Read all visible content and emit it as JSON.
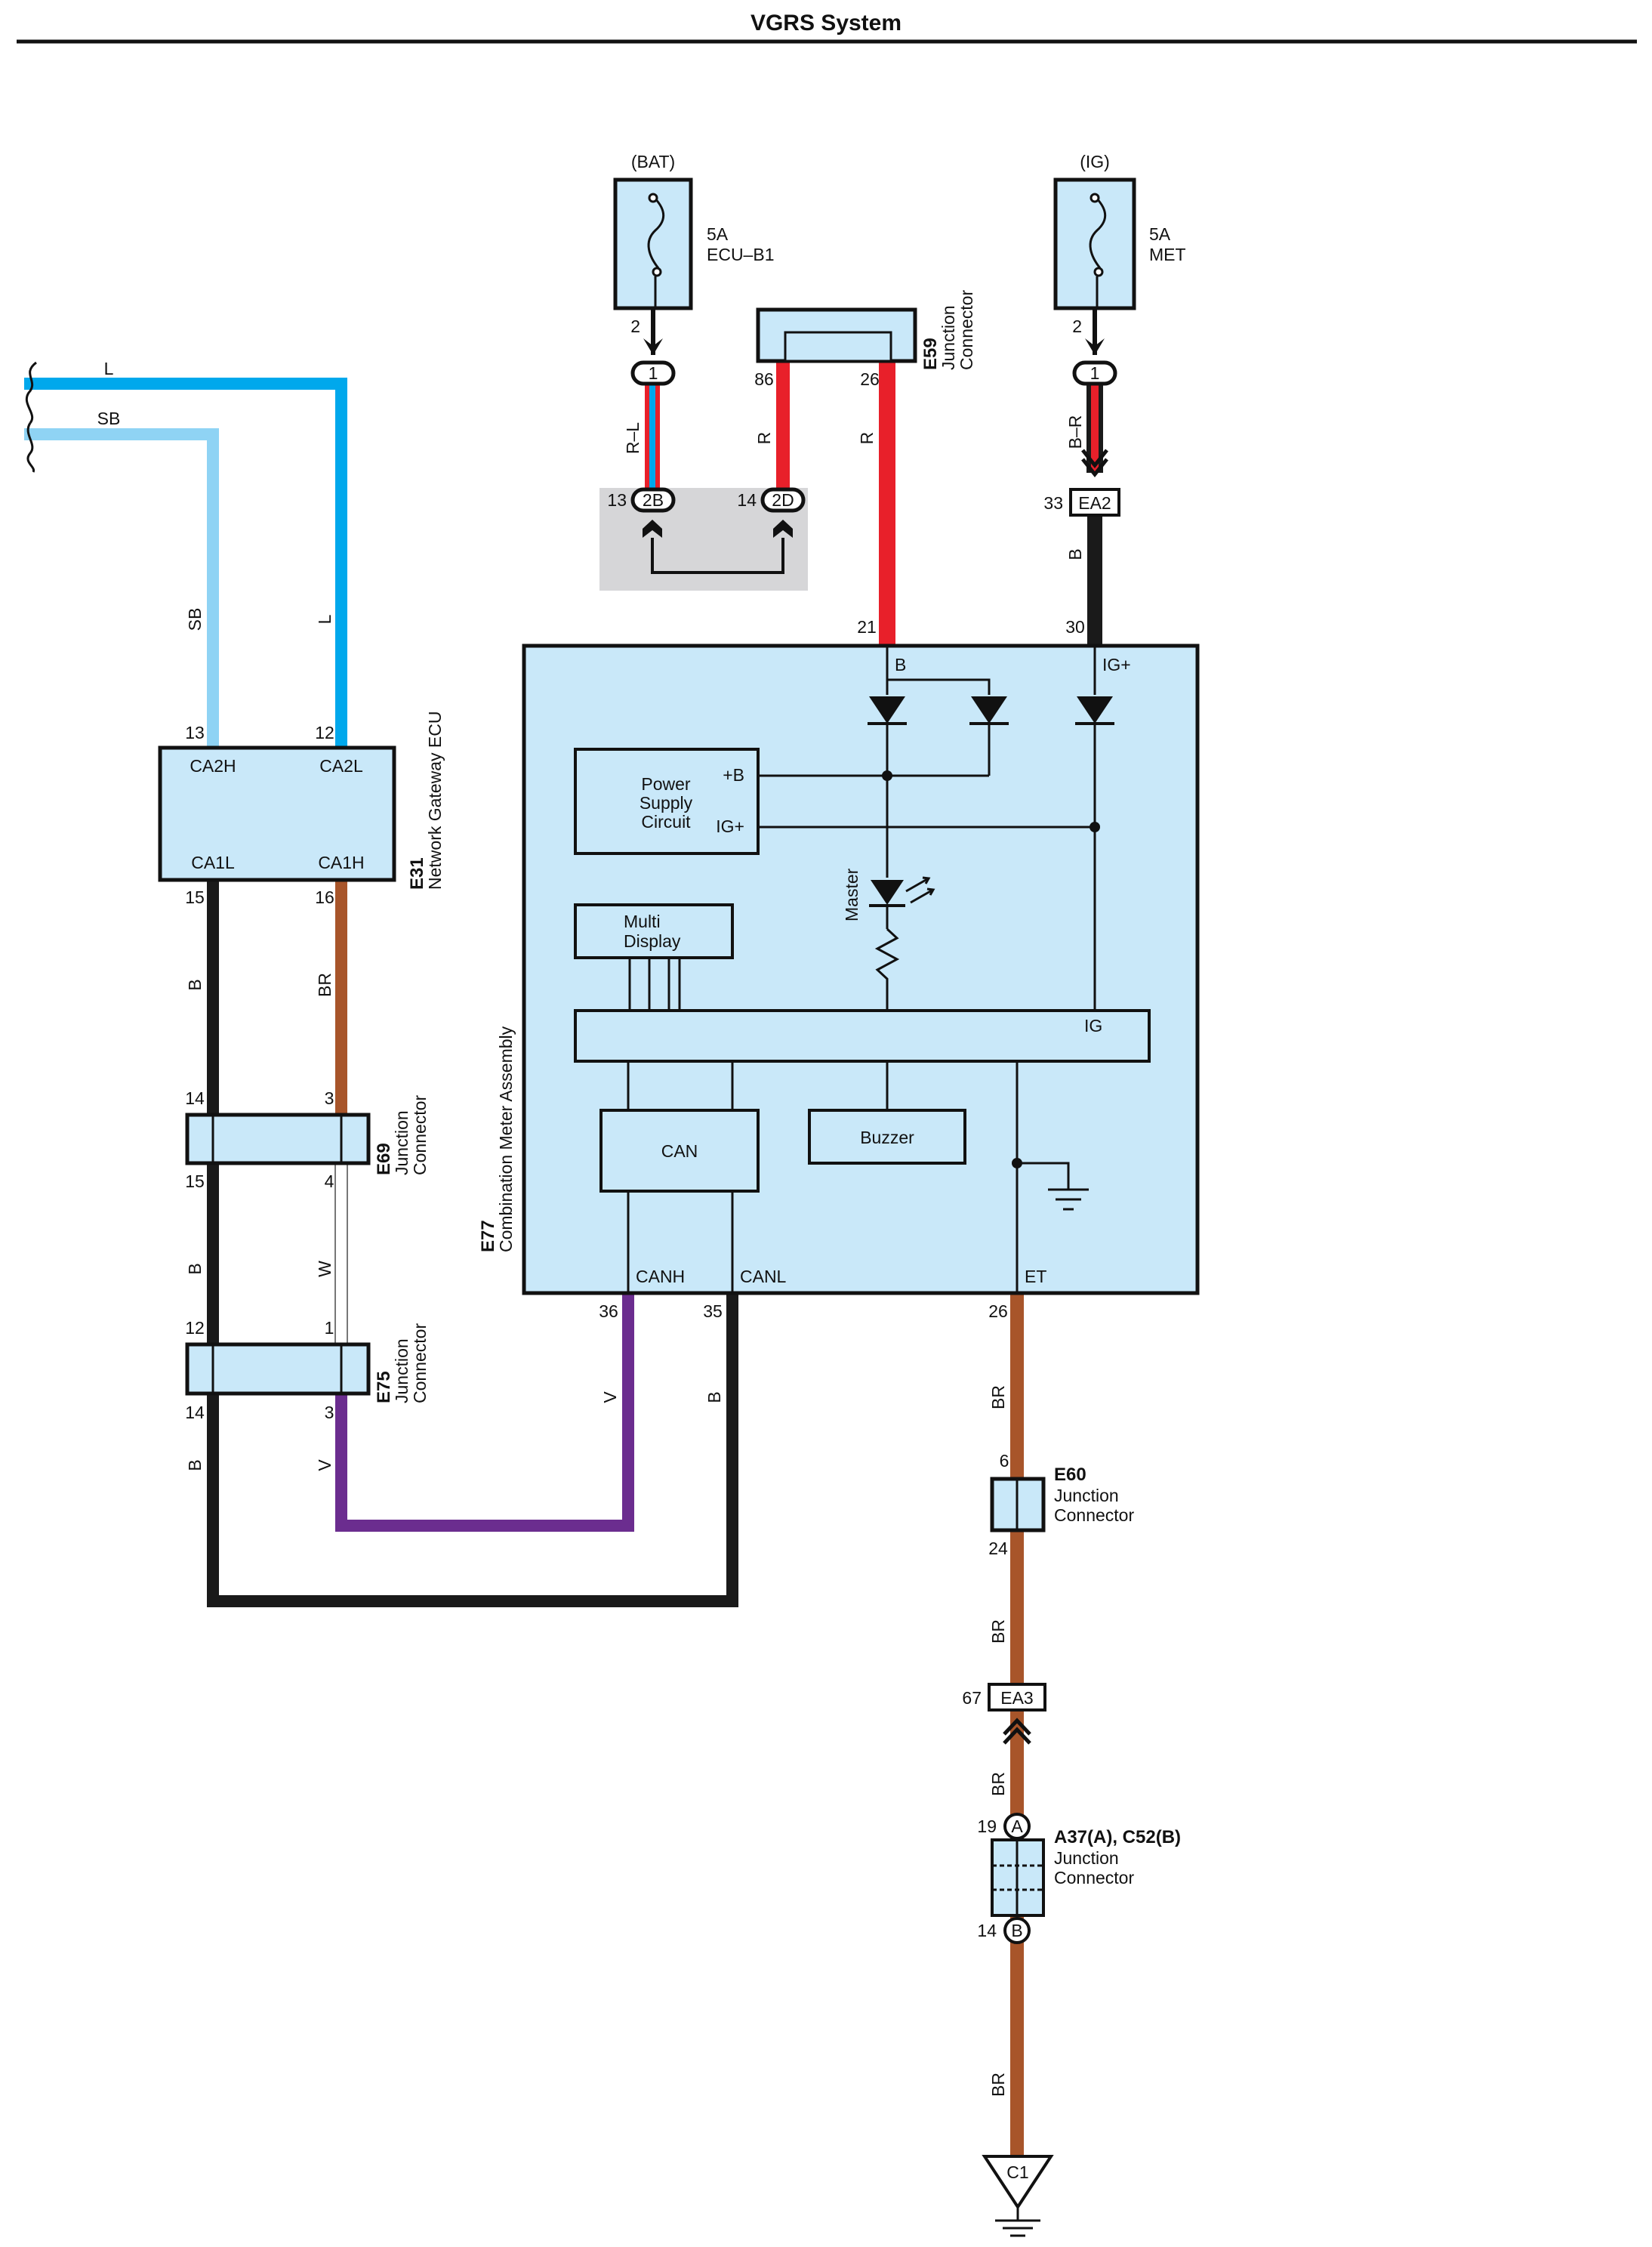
{
  "title": "VGRS System",
  "colors": {
    "L": "#00a8ec",
    "SB": "#8fd3f4",
    "B": "#1a1a1a",
    "BR": "#a8552a",
    "R": "#e8202a",
    "V": "#6b2d8f",
    "W": "#ffffff",
    "component_fill": "#c9e8f9",
    "harness_fill": "#d6d6d8"
  },
  "fuses": {
    "bat": {
      "supply": "(BAT)",
      "rating": "5A",
      "name": "ECU–B1",
      "pin": "2",
      "conn": "1"
    },
    "ig": {
      "supply": "(IG)",
      "rating": "5A",
      "name": "MET",
      "pin": "2",
      "conn": "1"
    }
  },
  "wires": {
    "l_top": "L",
    "sb_top": "SB",
    "sb_vert": "SB",
    "l_vert": "L",
    "b1": "B",
    "br1": "BR",
    "b2": "B",
    "w2": "W",
    "b3": "B",
    "v3": "V",
    "v_canh": "V",
    "b_canl": "B",
    "rl": "R–L",
    "r_2d": "R",
    "r_e59": "R",
    "br_ig": "B–R",
    "b_ig": "B",
    "br_a": "BR",
    "br_b": "BR",
    "br_c": "BR",
    "br_d": "BR"
  },
  "e59": {
    "id": "E59",
    "name1": "Junction",
    "name2": "Connector",
    "pin_a": "86",
    "pin_b": "26"
  },
  "harness": {
    "c2b": "2B",
    "c2d": "2D",
    "pin_2b": "13",
    "pin_2d": "14"
  },
  "ea2": {
    "id": "EA2",
    "pin": "33"
  },
  "e31": {
    "id": "E31",
    "name": "Network Gateway ECU",
    "ca2h": "CA2H",
    "ca2l": "CA2L",
    "ca1l": "CA1L",
    "ca1h": "CA1H",
    "pin_ca2h": "13",
    "pin_ca2l": "12",
    "pin_ca1l": "15",
    "pin_ca1h": "16"
  },
  "e69": {
    "id": "E69",
    "name1": "Junction",
    "name2": "Connector",
    "p14": "14",
    "p3": "3",
    "p15": "15",
    "p4": "4"
  },
  "e75": {
    "id": "E75",
    "name1": "Junction",
    "name2": "Connector",
    "p12": "12",
    "p1": "1",
    "p14": "14",
    "p3": "3"
  },
  "e77": {
    "id": "E77",
    "name": "Combination Meter Assembly",
    "pin_b": "21",
    "pin_ig": "30",
    "pin_canh": "36",
    "pin_canl": "35",
    "pin_et": "26",
    "b": "B",
    "ig_plus": "IG+",
    "canh": "CANH",
    "canl": "CANL",
    "et": "ET",
    "psc_1": "Power",
    "psc_2": "Supply",
    "psc_3": "Circuit",
    "plus_b": "+B",
    "psc_ig": "IG+",
    "master": "Master",
    "md_1": "Multi",
    "md_2": "Display",
    "bus_ig": "IG",
    "can": "CAN",
    "buzzer": "Buzzer"
  },
  "e60": {
    "id": "E60",
    "name1": "Junction",
    "name2": "Connector",
    "p6": "6",
    "p24": "24"
  },
  "ea3": {
    "id": "EA3",
    "pin": "67"
  },
  "jc": {
    "id": "A37(A), C52(B)",
    "name1": "Junction",
    "name2": "Connector",
    "a": "A",
    "b": "B",
    "pa": "19",
    "pb": "14"
  },
  "ground": {
    "id": "C1"
  }
}
